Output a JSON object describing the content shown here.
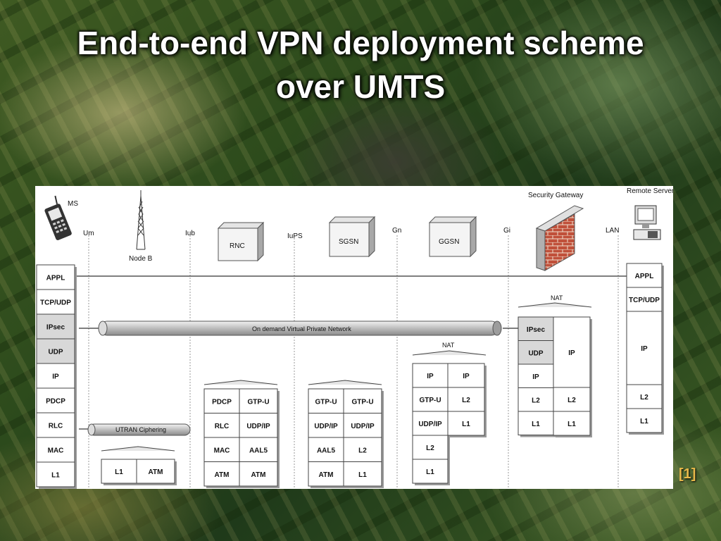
{
  "slide": {
    "title_line1": "End-to-end VPN deployment scheme",
    "title_line2": "over UMTS",
    "reference": "[1]"
  },
  "diagram": {
    "nodes": {
      "ms": "MS",
      "node_b": "Node B",
      "rnc": "RNC",
      "sgsn": "SGSN",
      "ggsn": "GGSN",
      "security_gateway": "Security Gateway",
      "remote_server": "Remote Server"
    },
    "interfaces": {
      "um": "Um",
      "iub": "Iub",
      "iups": "IuPS",
      "gn": "Gn",
      "gi": "Gi",
      "lan": "LAN"
    },
    "tunnels": {
      "vpn": "On demand Virtual Private Network",
      "utran": "UTRAN Ciphering"
    },
    "nat_label": "NAT",
    "stacks": {
      "ms": [
        "APPL",
        "TCP/UDP",
        "IPsec",
        "UDP",
        "IP",
        "PDCP",
        "RLC",
        "MAC",
        "L1"
      ],
      "node_b": [
        "L1",
        "ATM"
      ],
      "rnc_left": [
        "PDCP",
        "RLC",
        "MAC",
        "ATM"
      ],
      "rnc_right": [
        "GTP-U",
        "UDP/IP",
        "AAL5",
        "ATM"
      ],
      "sgsn_left": [
        "GTP-U",
        "UDP/IP",
        "AAL5",
        "ATM"
      ],
      "sgsn_right": [
        "GTP-U",
        "UDP/IP",
        "L2",
        "L1"
      ],
      "ggsn_left": [
        "IP",
        "GTP-U",
        "UDP/IP",
        "L2",
        "L1"
      ],
      "ggsn_right": [
        "IP",
        "L2",
        "L1"
      ],
      "secgw_left": [
        "IPsec",
        "UDP",
        "IP",
        "L2",
        "L1"
      ],
      "secgw_right": [
        "IP",
        "L2",
        "L1"
      ],
      "server": [
        "APPL",
        "TCP/UDP",
        "IP",
        "L2",
        "L1"
      ]
    }
  }
}
